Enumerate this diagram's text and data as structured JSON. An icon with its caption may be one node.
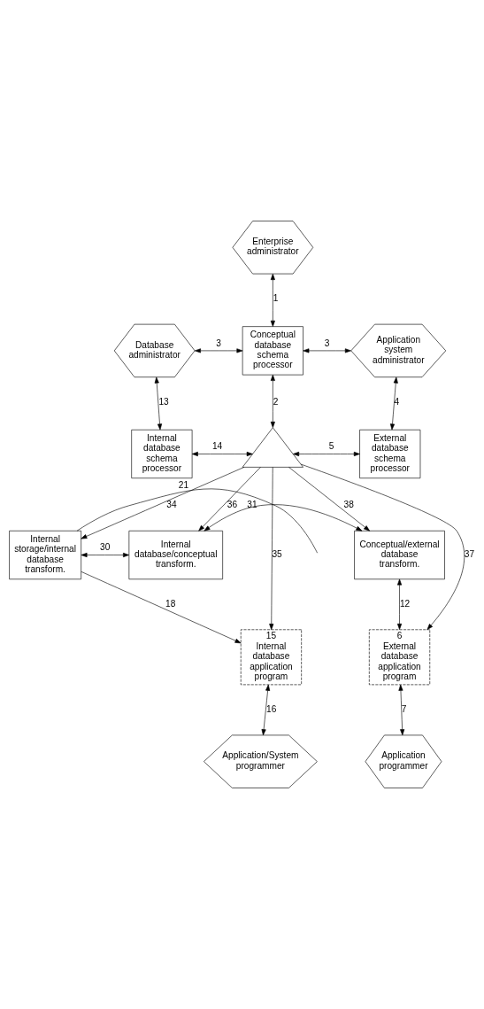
{
  "diagram": {
    "nodes": [
      {
        "text": [
          "Enterprise administrator"
        ]
      },
      {
        "text": [
          "Conceptual database schema processor"
        ]
      },
      {
        "text": [
          "Database administrator"
        ]
      },
      {
        "text": [
          "Application system administrator"
        ]
      },
      {
        "text": [
          "Internal database schema processor"
        ]
      },
      {
        "text": [],
        "shape": "triangle"
      },
      {
        "text": [
          "External database schema processor"
        ]
      },
      {
        "text": [
          "Internal storage/internal database transform."
        ]
      },
      {
        "text": [
          "Internal database/conceptual transform."
        ]
      },
      {
        "text": [
          "Conceptual/external database transform."
        ]
      },
      {
        "text": [
          "15",
          "Internal database application program"
        ]
      },
      {
        "text": [
          "6",
          "External database application program"
        ]
      },
      {
        "text": [
          "Application/System programmer"
        ]
      },
      {
        "text": [
          "Application programmer"
        ]
      }
    ],
    "edges": [
      {
        "from": 0,
        "to": 1,
        "arrow": "both",
        "label": "1"
      },
      {
        "from": 2,
        "to": 1,
        "arrow": "both",
        "label": "3"
      },
      {
        "from": 1,
        "to": 3,
        "arrow": "both",
        "label": "3"
      },
      {
        "from": 2,
        "to": 4,
        "arrow": "both",
        "label": "13"
      },
      {
        "from": 3,
        "to": 6,
        "arrow": "both",
        "label": "4"
      },
      {
        "from": 1,
        "to": 5,
        "arrow": "both",
        "label": "2"
      },
      {
        "from": 4,
        "to": 5,
        "arrow": "both",
        "label": "14"
      },
      {
        "from": 6,
        "to": 5,
        "arrow": "both",
        "label": "5"
      },
      {
        "from": 5,
        "to": 7,
        "arrow": "to",
        "label": "34"
      },
      {
        "from": 5,
        "to": 10,
        "arrow": "to",
        "label": "35"
      },
      {
        "from": 5,
        "to": 8,
        "arrow": "to",
        "label": "36"
      },
      {
        "from": 5,
        "to": 11,
        "arrow": "to",
        "label": "37"
      },
      {
        "from": 5,
        "to": 9,
        "arrow": "to",
        "label": "38"
      },
      {
        "from": null,
        "to": 7,
        "arrow": "none",
        "label": "21"
      },
      {
        "from": 7,
        "to": 8,
        "arrow": "both",
        "label": "30"
      },
      {
        "from": 9,
        "to": 8,
        "arrow": "both",
        "label": "31"
      },
      {
        "from": 7,
        "to": 10,
        "arrow": "to",
        "label": "18"
      },
      {
        "from": 9,
        "to": 11,
        "arrow": "both",
        "label": "12"
      },
      {
        "from": 10,
        "to": 12,
        "arrow": "both",
        "label": "16"
      },
      {
        "from": 11,
        "to": 13,
        "arrow": "both",
        "label": "7"
      }
    ]
  }
}
